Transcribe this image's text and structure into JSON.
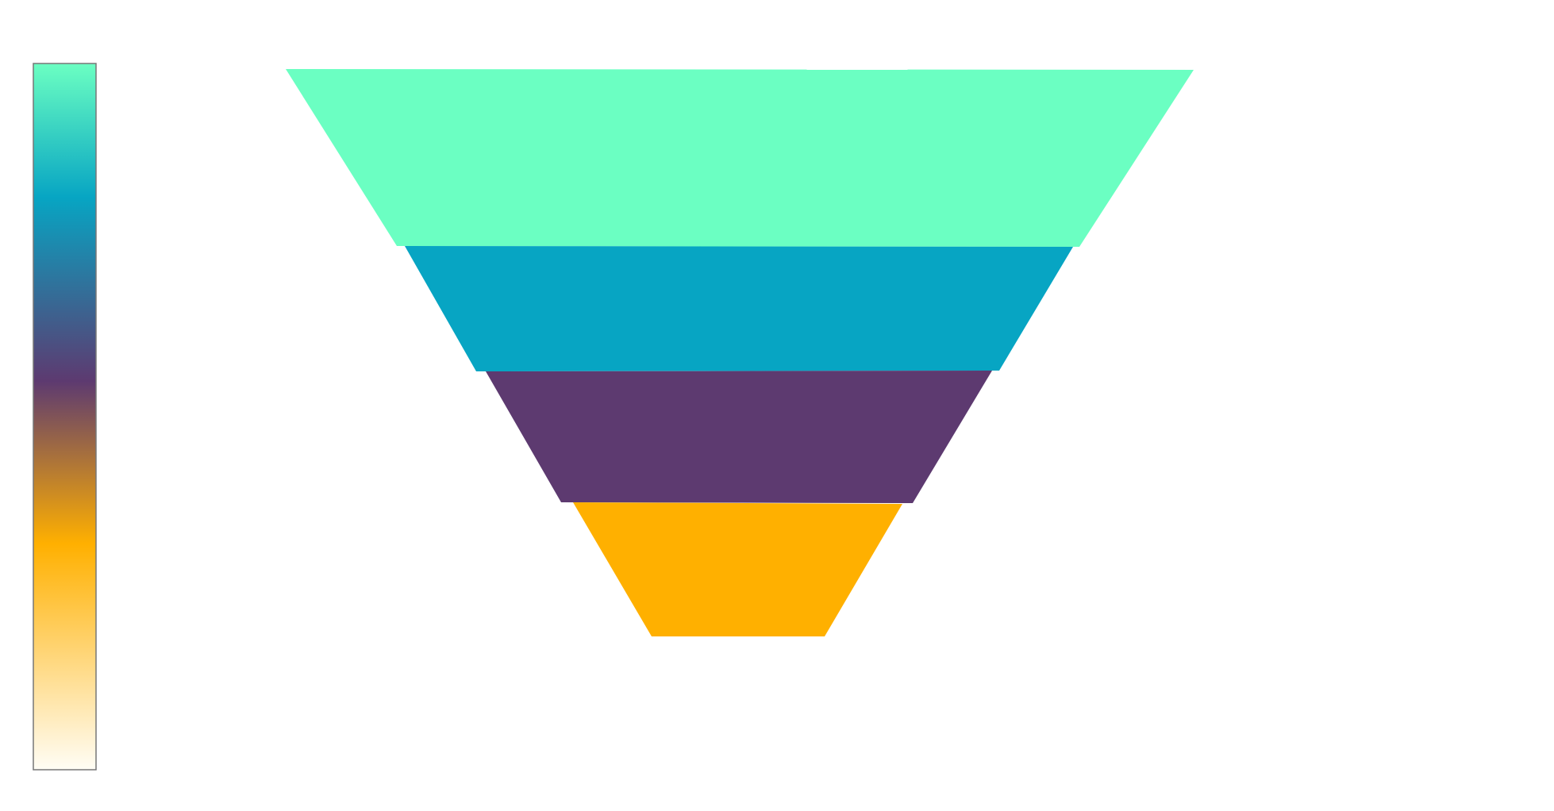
{
  "chart_data": {
    "type": "funnel",
    "stages": [
      {
        "color": "#6bffc2"
      },
      {
        "color": "#07a5c3"
      },
      {
        "color": "#5d3a70"
      },
      {
        "color": "#ffb000"
      }
    ],
    "color_legend": {
      "type": "gradient-bar",
      "stops": [
        {
          "offset": 0.0,
          "color": "#6bffc2"
        },
        {
          "offset": 0.19,
          "color": "#07a5c3"
        },
        {
          "offset": 0.45,
          "color": "#5d3a70"
        },
        {
          "offset": 0.68,
          "color": "#ffb000"
        },
        {
          "offset": 1.0,
          "color": "#fffdf5"
        }
      ]
    }
  }
}
